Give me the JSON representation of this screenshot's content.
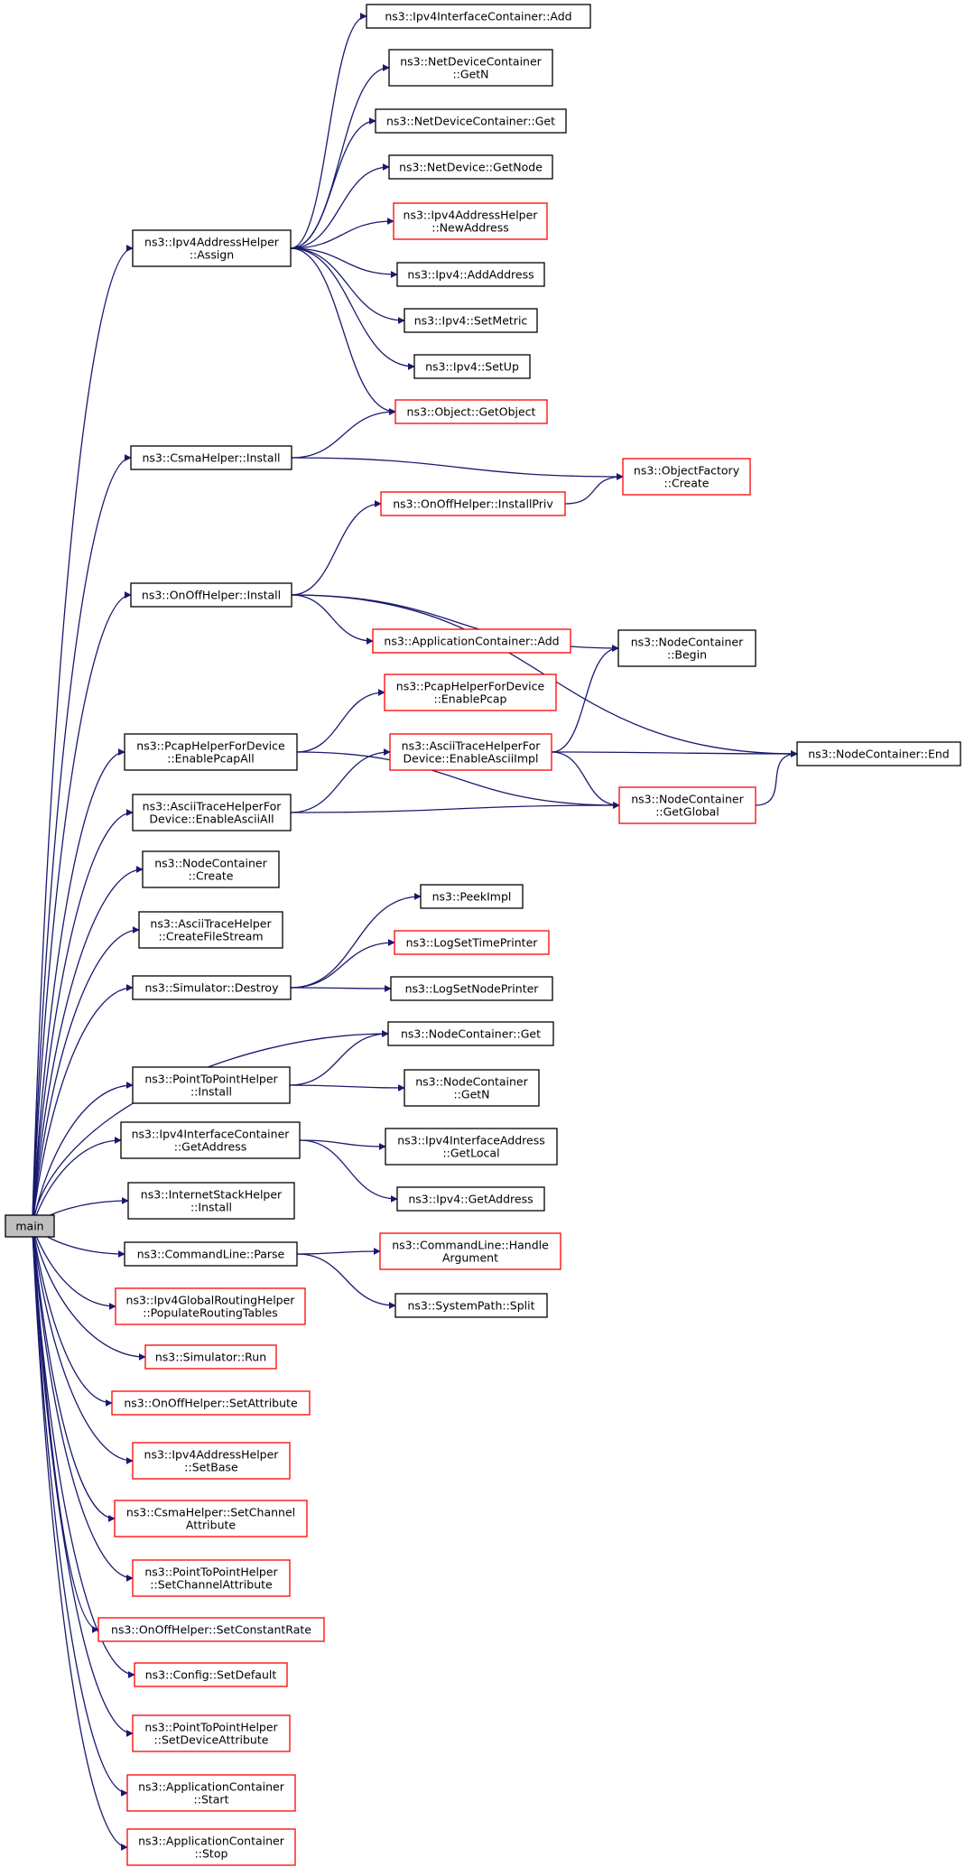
{
  "colors": {
    "edge": "#191970",
    "node_border": "#000000",
    "node_border_link": "#ff0000",
    "root_fill": "#bfbfbf",
    "node_fill": "#ffffff"
  },
  "nodes": {
    "main": {
      "lines": [
        "main"
      ],
      "kind": "root"
    },
    "ipv4ic_add": {
      "lines": [
        "ns3::Ipv4InterfaceContainer::Add"
      ],
      "kind": "plain"
    },
    "ndc_getn": {
      "lines": [
        "ns3::NetDeviceContainer",
        "::GetN"
      ],
      "kind": "plain"
    },
    "ndc_get": {
      "lines": [
        "ns3::NetDeviceContainer::Get"
      ],
      "kind": "plain"
    },
    "nd_getnode": {
      "lines": [
        "ns3::NetDevice::GetNode"
      ],
      "kind": "plain"
    },
    "ipv4ah_newaddress": {
      "lines": [
        "ns3::Ipv4AddressHelper",
        "::NewAddress"
      ],
      "kind": "link"
    },
    "ipv4ah_assign": {
      "lines": [
        "ns3::Ipv4AddressHelper",
        "::Assign"
      ],
      "kind": "plain"
    },
    "ipv4_addaddress": {
      "lines": [
        "ns3::Ipv4::AddAddress"
      ],
      "kind": "plain"
    },
    "ipv4_setmetric": {
      "lines": [
        "ns3::Ipv4::SetMetric"
      ],
      "kind": "plain"
    },
    "ipv4_setup": {
      "lines": [
        "ns3::Ipv4::SetUp"
      ],
      "kind": "plain"
    },
    "object_getobject": {
      "lines": [
        "ns3::Object::GetObject"
      ],
      "kind": "link"
    },
    "csma_install": {
      "lines": [
        "ns3::CsmaHelper::Install"
      ],
      "kind": "plain"
    },
    "objectfactory_create": {
      "lines": [
        "ns3::ObjectFactory",
        "::Create"
      ],
      "kind": "link"
    },
    "onoff_installpriv": {
      "lines": [
        "ns3::OnOffHelper::InstallPriv"
      ],
      "kind": "link"
    },
    "onoff_install": {
      "lines": [
        "ns3::OnOffHelper::Install"
      ],
      "kind": "plain"
    },
    "appcontainer_add": {
      "lines": [
        "ns3::ApplicationContainer::Add"
      ],
      "kind": "link"
    },
    "nc_begin": {
      "lines": [
        "ns3::NodeContainer",
        "::Begin"
      ],
      "kind": "plain"
    },
    "pcap_enablepcap": {
      "lines": [
        "ns3::PcapHelperForDevice",
        "::EnablePcap"
      ],
      "kind": "link"
    },
    "pcap_enablepcapall": {
      "lines": [
        "ns3::PcapHelperForDevice",
        "::EnablePcapAll"
      ],
      "kind": "plain"
    },
    "ascii_enableasciiimpl": {
      "lines": [
        "ns3::AsciiTraceHelperFor",
        "Device::EnableAsciiImpl"
      ],
      "kind": "link"
    },
    "nc_end": {
      "lines": [
        "ns3::NodeContainer::End"
      ],
      "kind": "plain"
    },
    "ascii_enableasciiall": {
      "lines": [
        "ns3::AsciiTraceHelperFor",
        "Device::EnableAsciiAll"
      ],
      "kind": "plain"
    },
    "nc_getglobal": {
      "lines": [
        "ns3::NodeContainer",
        "::GetGlobal"
      ],
      "kind": "link"
    },
    "nc_create": {
      "lines": [
        "ns3::NodeContainer",
        "::Create"
      ],
      "kind": "plain"
    },
    "ascii_createfilestream": {
      "lines": [
        "ns3::AsciiTraceHelper",
        "::CreateFileStream"
      ],
      "kind": "plain"
    },
    "peekimpl": {
      "lines": [
        "ns3::PeekImpl"
      ],
      "kind": "plain"
    },
    "logsettimeprinter": {
      "lines": [
        "ns3::LogSetTimePrinter"
      ],
      "kind": "link"
    },
    "sim_destroy": {
      "lines": [
        "ns3::Simulator::Destroy"
      ],
      "kind": "plain"
    },
    "logsetnodeprinter": {
      "lines": [
        "ns3::LogSetNodePrinter"
      ],
      "kind": "plain"
    },
    "nc_get": {
      "lines": [
        "ns3::NodeContainer::Get"
      ],
      "kind": "plain"
    },
    "p2p_install": {
      "lines": [
        "ns3::PointToPointHelper",
        "::Install"
      ],
      "kind": "plain"
    },
    "nc_getn": {
      "lines": [
        "ns3::NodeContainer",
        "::GetN"
      ],
      "kind": "plain"
    },
    "ipv4ic_getaddress": {
      "lines": [
        "ns3::Ipv4InterfaceContainer",
        "::GetAddress"
      ],
      "kind": "plain"
    },
    "ipv4ia_getlocal": {
      "lines": [
        "ns3::Ipv4InterfaceAddress",
        "::GetLocal"
      ],
      "kind": "plain"
    },
    "ipv4_getaddress": {
      "lines": [
        "ns3::Ipv4::GetAddress"
      ],
      "kind": "plain"
    },
    "internetstack_install": {
      "lines": [
        "ns3::InternetStackHelper",
        "::Install"
      ],
      "kind": "plain"
    },
    "cmd_parse": {
      "lines": [
        "ns3::CommandLine::Parse"
      ],
      "kind": "plain"
    },
    "cmd_handleargument": {
      "lines": [
        "ns3::CommandLine::Handle",
        "Argument"
      ],
      "kind": "link"
    },
    "systempath_split": {
      "lines": [
        "ns3::SystemPath::Split"
      ],
      "kind": "plain"
    },
    "ipv4grh_populate": {
      "lines": [
        "ns3::Ipv4GlobalRoutingHelper",
        "::PopulateRoutingTables"
      ],
      "kind": "link"
    },
    "sim_run": {
      "lines": [
        "ns3::Simulator::Run"
      ],
      "kind": "link"
    },
    "onoff_setattribute": {
      "lines": [
        "ns3::OnOffHelper::SetAttribute"
      ],
      "kind": "link"
    },
    "ipv4ah_setbase": {
      "lines": [
        "ns3::Ipv4AddressHelper",
        "::SetBase"
      ],
      "kind": "link"
    },
    "csma_setchannelattribute": {
      "lines": [
        "ns3::CsmaHelper::SetChannel",
        "Attribute"
      ],
      "kind": "link"
    },
    "p2p_setchannelattribute": {
      "lines": [
        "ns3::PointToPointHelper",
        "::SetChannelAttribute"
      ],
      "kind": "link"
    },
    "onoff_setconstantrate": {
      "lines": [
        "ns3::OnOffHelper::SetConstantRate"
      ],
      "kind": "link"
    },
    "config_setdefault": {
      "lines": [
        "ns3::Config::SetDefault"
      ],
      "kind": "link"
    },
    "p2p_setdeviceattribute": {
      "lines": [
        "ns3::PointToPointHelper",
        "::SetDeviceAttribute"
      ],
      "kind": "link"
    },
    "appcontainer_start": {
      "lines": [
        "ns3::ApplicationContainer",
        "::Start"
      ],
      "kind": "link"
    },
    "appcontainer_stop": {
      "lines": [
        "ns3::ApplicationContainer",
        "::Stop"
      ],
      "kind": "link"
    }
  },
  "edges": [
    [
      "main",
      "ipv4ah_assign"
    ],
    [
      "main",
      "csma_install"
    ],
    [
      "main",
      "onoff_install"
    ],
    [
      "main",
      "pcap_enablepcapall"
    ],
    [
      "main",
      "ascii_enableasciiall"
    ],
    [
      "main",
      "nc_create"
    ],
    [
      "main",
      "ascii_createfilestream"
    ],
    [
      "main",
      "sim_destroy"
    ],
    [
      "main",
      "nc_get"
    ],
    [
      "main",
      "p2p_install"
    ],
    [
      "main",
      "ipv4ic_getaddress"
    ],
    [
      "main",
      "internetstack_install"
    ],
    [
      "main",
      "cmd_parse"
    ],
    [
      "main",
      "ipv4grh_populate"
    ],
    [
      "main",
      "sim_run"
    ],
    [
      "main",
      "onoff_setattribute"
    ],
    [
      "main",
      "ipv4ah_setbase"
    ],
    [
      "main",
      "csma_setchannelattribute"
    ],
    [
      "main",
      "p2p_setchannelattribute"
    ],
    [
      "main",
      "onoff_setconstantrate"
    ],
    [
      "main",
      "config_setdefault"
    ],
    [
      "main",
      "p2p_setdeviceattribute"
    ],
    [
      "main",
      "appcontainer_start"
    ],
    [
      "main",
      "appcontainer_stop"
    ],
    [
      "ipv4ah_assign",
      "ipv4ic_add"
    ],
    [
      "ipv4ah_assign",
      "ndc_getn"
    ],
    [
      "ipv4ah_assign",
      "ndc_get"
    ],
    [
      "ipv4ah_assign",
      "nd_getnode"
    ],
    [
      "ipv4ah_assign",
      "ipv4ah_newaddress"
    ],
    [
      "ipv4ah_assign",
      "ipv4_addaddress"
    ],
    [
      "ipv4ah_assign",
      "ipv4_setmetric"
    ],
    [
      "ipv4ah_assign",
      "ipv4_setup"
    ],
    [
      "ipv4ah_assign",
      "object_getobject"
    ],
    [
      "csma_install",
      "object_getobject"
    ],
    [
      "csma_install",
      "objectfactory_create"
    ],
    [
      "onoff_installpriv",
      "objectfactory_create"
    ],
    [
      "onoff_install",
      "onoff_installpriv"
    ],
    [
      "onoff_install",
      "nc_end"
    ],
    [
      "onoff_install",
      "nc_begin"
    ],
    [
      "onoff_install",
      "appcontainer_add"
    ],
    [
      "pcap_enablepcapall",
      "pcap_enablepcap"
    ],
    [
      "pcap_enablepcapall",
      "nc_getglobal"
    ],
    [
      "ascii_enableasciiall",
      "ascii_enableasciiimpl"
    ],
    [
      "ascii_enableasciiall",
      "nc_getglobal"
    ],
    [
      "ascii_enableasciiimpl",
      "nc_begin"
    ],
    [
      "ascii_enableasciiimpl",
      "nc_end"
    ],
    [
      "ascii_enableasciiimpl",
      "nc_getglobal"
    ],
    [
      "nc_getglobal",
      "nc_end"
    ],
    [
      "sim_destroy",
      "peekimpl"
    ],
    [
      "sim_destroy",
      "logsettimeprinter"
    ],
    [
      "sim_destroy",
      "logsetnodeprinter"
    ],
    [
      "p2p_install",
      "nc_get"
    ],
    [
      "p2p_install",
      "nc_getn"
    ],
    [
      "ipv4ic_getaddress",
      "ipv4ia_getlocal"
    ],
    [
      "ipv4ic_getaddress",
      "ipv4_getaddress"
    ],
    [
      "cmd_parse",
      "cmd_handleargument"
    ],
    [
      "cmd_parse",
      "systempath_split"
    ]
  ]
}
